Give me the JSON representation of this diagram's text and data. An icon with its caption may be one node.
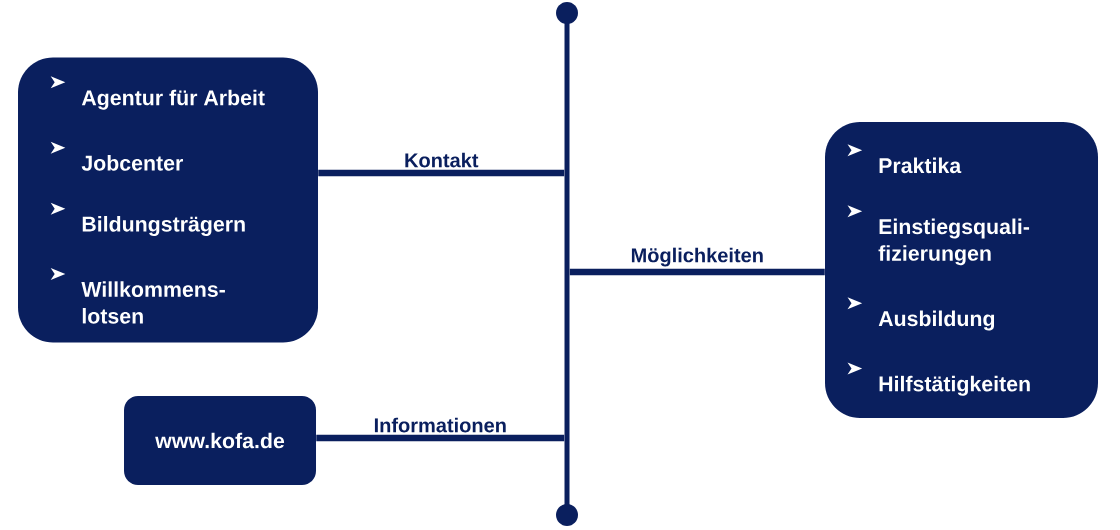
{
  "diagram": {
    "nodes": [
      {
        "text": [
          "Agentur für Arbeit",
          "Jobcenter",
          "Bildungsträgern",
          "Willkommens- lotsen"
        ]
      },
      {
        "text": [
          "Praktika",
          "Einstiegsquali- fizierungen",
          "Ausbildung",
          "Hilfstätigkeiten"
        ]
      },
      {
        "text": [
          "www.kofa.de"
        ]
      },
      {
        "text": [],
        "shape": "bar"
      }
    ],
    "edges": [
      {
        "from": 0,
        "to": 3,
        "arrow": "none",
        "label": "Kontakt"
      },
      {
        "from": 3,
        "to": 1,
        "arrow": "none",
        "label": "Möglichkeiten"
      },
      {
        "from": 2,
        "to": 3,
        "arrow": "none",
        "label": "Informationen"
      }
    ]
  }
}
